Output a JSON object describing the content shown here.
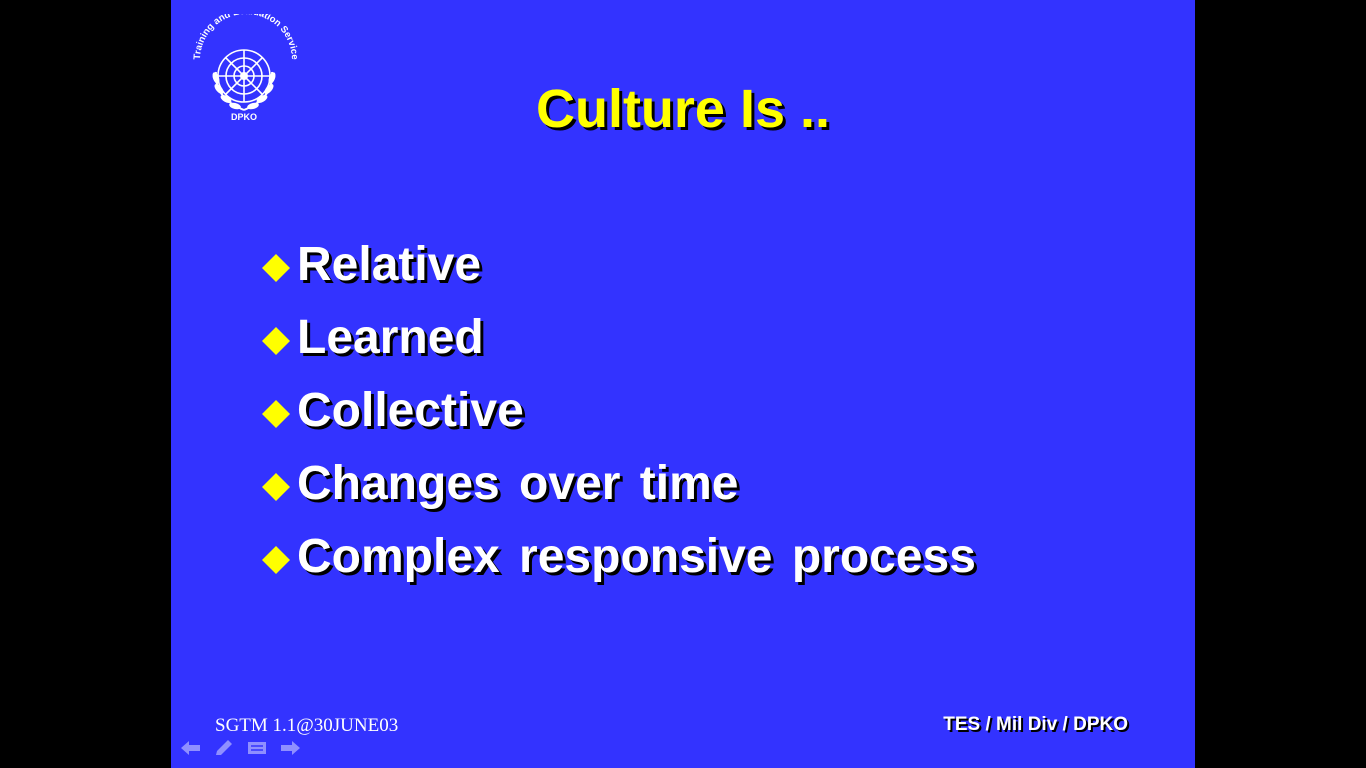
{
  "slide": {
    "title": "Culture Is ..",
    "bullets": [
      "Relative",
      "Learned",
      "Collective",
      "Changes over time",
      "Complex responsive process"
    ],
    "footer_left": "SGTM 1.1@30JUNE03",
    "footer_right": "TES / Mil Div / DPKO"
  },
  "logo": {
    "icon": "un-emblem-icon",
    "arc_text": "Training and Evaluation Service",
    "bottom_text": "DPKO"
  },
  "nav_controls": {
    "items": [
      "previous-arrow-icon",
      "pen-icon",
      "menu-icon",
      "next-arrow-icon"
    ]
  },
  "colors": {
    "letterbox": "#000000",
    "slide_background": "#3333FF",
    "title_text": "#FFFF00",
    "bullet_text": "#FFFFFF",
    "bullet_marker": "#FFFF00",
    "footer_text": "#FFFFFF",
    "logo": "#FFFFFF"
  }
}
